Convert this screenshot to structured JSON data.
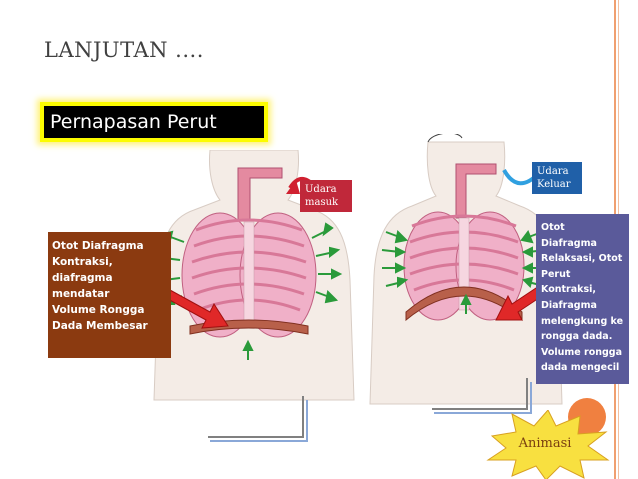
{
  "slide": {
    "title": "LANJUTAN ....",
    "subtitle": "Pernapasan Perut"
  },
  "labels": {
    "udara_masuk": [
      "Udara",
      "masuk"
    ],
    "udara_keluar": [
      "Udara",
      "Keluar"
    ]
  },
  "descriptions": {
    "inhale": [
      "Otot Diafragma",
      "Kontraksi,",
      "diafragma",
      "mendatar",
      "Volume Rongga",
      "Dada Membesar"
    ],
    "exhale": [
      "Otot",
      "Diafragma",
      "Relaksasi, Otot",
      "Perut",
      "Kontraksi,",
      "Diafragma",
      "melengkung ke",
      "rongga dada.",
      "Volume rongga",
      "dada mengecil"
    ]
  },
  "animation_button": {
    "label": "Animasi"
  },
  "colors": {
    "accent_orange": "#f0a070",
    "highlight_yellow": "#fcfc00",
    "label_red": "#c0283a",
    "label_blue": "#2060a8",
    "box_brown": "#8b3a10",
    "box_purple": "#5a5a9a",
    "star_yellow": "#f8e040"
  }
}
